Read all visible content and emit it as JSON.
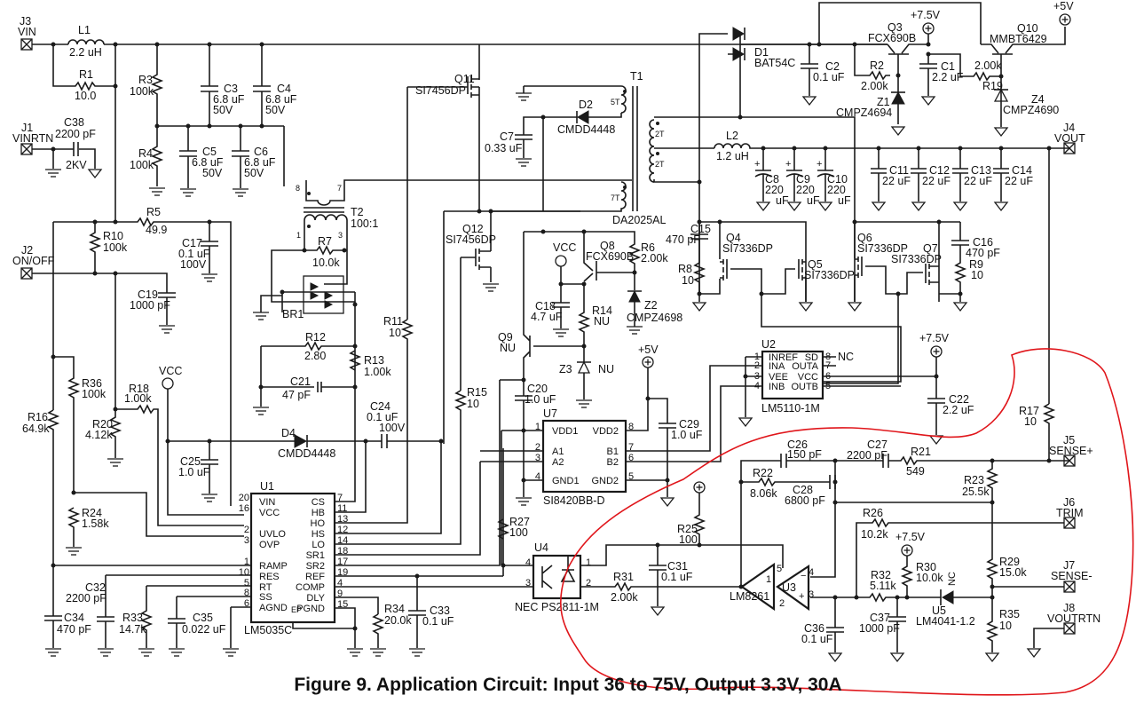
{
  "figure": {
    "caption": "Figure 9. Application Circuit: Input 36 to 75V, Output 3.3V, 30A"
  },
  "connectors": {
    "J3": {
      "ref": "J3",
      "name": "VIN"
    },
    "J1": {
      "ref": "J1",
      "name": "VINRTN"
    },
    "J2": {
      "ref": "J2",
      "name": "ON/OFF"
    },
    "J4": {
      "ref": "J4",
      "name": "VOUT"
    },
    "J5": {
      "ref": "J5",
      "name": "SENSE+"
    },
    "J6": {
      "ref": "J6",
      "name": "TRIM"
    },
    "J7": {
      "ref": "J7",
      "name": "SENSE-"
    },
    "J8": {
      "ref": "J8",
      "name": "VOUTRTN"
    }
  },
  "inductors": {
    "L1": {
      "ref": "L1",
      "value": "2.2 uH"
    },
    "L2": {
      "ref": "L2",
      "value": "1.2 uH"
    }
  },
  "resistors": {
    "R1": {
      "ref": "R1",
      "value": "10.0"
    },
    "R2": {
      "ref": "R2",
      "value": "2.00k"
    },
    "R3": {
      "ref": "R3",
      "value": "100k"
    },
    "R4": {
      "ref": "R4",
      "value": "100k"
    },
    "R5": {
      "ref": "R5",
      "value": "49.9"
    },
    "R6": {
      "ref": "R6",
      "value": "2.00k"
    },
    "R7": {
      "ref": "R7",
      "value": "10.0k"
    },
    "R8": {
      "ref": "R8",
      "value": "10"
    },
    "R9": {
      "ref": "R9",
      "value": "10"
    },
    "R10": {
      "ref": "R10",
      "value": "100k"
    },
    "R11": {
      "ref": "R11",
      "value": "10"
    },
    "R12": {
      "ref": "R12",
      "value": "2.80"
    },
    "R13": {
      "ref": "R13",
      "value": "1.00k"
    },
    "R14": {
      "ref": "R14",
      "value": "NU"
    },
    "R15": {
      "ref": "R15",
      "value": "10"
    },
    "R16": {
      "ref": "R16",
      "value": "64.9k"
    },
    "R17": {
      "ref": "R17",
      "value": "10"
    },
    "R18": {
      "ref": "R18",
      "value": "1.00k"
    },
    "R19": {
      "ref": "R19",
      "value": "2.00k"
    },
    "R20": {
      "ref": "R20",
      "value": "4.12k"
    },
    "R21": {
      "ref": "R21",
      "value": "549"
    },
    "R22": {
      "ref": "R22",
      "value": "8.06k"
    },
    "R23": {
      "ref": "R23",
      "value": "25.5k"
    },
    "R24": {
      "ref": "R24",
      "value": "1.58k"
    },
    "R25": {
      "ref": "R25",
      "value": "100"
    },
    "R26": {
      "ref": "R26",
      "value": "10.2k"
    },
    "R27": {
      "ref": "R27",
      "value": "100"
    },
    "R29": {
      "ref": "R29",
      "value": "15.0k"
    },
    "R30": {
      "ref": "R30",
      "value": "10.0k"
    },
    "R31": {
      "ref": "R31",
      "value": "2.00k"
    },
    "R32": {
      "ref": "R32",
      "value": "5.11k"
    },
    "R33": {
      "ref": "R33",
      "value": "14.7k"
    },
    "R34": {
      "ref": "R34",
      "value": "20.0k"
    },
    "R35": {
      "ref": "R35",
      "value": "10"
    },
    "R36": {
      "ref": "R36",
      "value": "100k"
    }
  },
  "capacitors": {
    "C1": {
      "ref": "C1",
      "value": "2.2 uF"
    },
    "C2": {
      "ref": "C2",
      "value": "0.1 uF"
    },
    "C3": {
      "ref": "C3",
      "value": "6.8 uF",
      "rating": "50V"
    },
    "C4": {
      "ref": "C4",
      "value": "6.8 uF",
      "rating": "50V"
    },
    "C5": {
      "ref": "C5",
      "value": "6.8 uF",
      "rating": "50V"
    },
    "C6": {
      "ref": "C6",
      "value": "6.8 uF",
      "rating": "50V"
    },
    "C7": {
      "ref": "C7",
      "value": "0.33 uF"
    },
    "C8": {
      "ref": "C8",
      "value": "220",
      "unit": "uF"
    },
    "C9": {
      "ref": "C9",
      "value": "220",
      "unit": "uF"
    },
    "C10": {
      "ref": "C10",
      "value": "220",
      "unit": "uF"
    },
    "C11": {
      "ref": "C11",
      "value": "22 uF"
    },
    "C12": {
      "ref": "C12",
      "value": "22 uF"
    },
    "C13": {
      "ref": "C13",
      "value": "22 uF"
    },
    "C14": {
      "ref": "C14",
      "value": "22 uF"
    },
    "C15": {
      "ref": "C15",
      "value": "470 pF"
    },
    "C16": {
      "ref": "C16",
      "value": "470 pF"
    },
    "C17": {
      "ref": "C17",
      "value": "0.1 uF",
      "rating": "100V"
    },
    "C18": {
      "ref": "C18",
      "value": "4.7 uF"
    },
    "C19": {
      "ref": "C19",
      "value": "1000 pF"
    },
    "C20": {
      "ref": "C20",
      "value": "1.0 uF"
    },
    "C21": {
      "ref": "C21",
      "value": "47 pF"
    },
    "C22": {
      "ref": "C22",
      "value": "2.2 uF"
    },
    "C24": {
      "ref": "C24",
      "value": "0.1 uF",
      "rating": "100V"
    },
    "C25": {
      "ref": "C25",
      "value": "1.0 uF"
    },
    "C26": {
      "ref": "C26",
      "value": "150 pF"
    },
    "C27": {
      "ref": "C27",
      "value": "2200 pF"
    },
    "C28": {
      "ref": "C28",
      "value": "6800 pF"
    },
    "C29": {
      "ref": "C29",
      "value": "1.0 uF"
    },
    "C31": {
      "ref": "C31",
      "value": "0.1 uF"
    },
    "C32": {
      "ref": "C32",
      "value": "2200 pF"
    },
    "C33": {
      "ref": "C33",
      "value": "0.1 uF"
    },
    "C34": {
      "ref": "C34",
      "value": "470 pF"
    },
    "C35": {
      "ref": "C35",
      "value": "0.022 uF"
    },
    "C36": {
      "ref": "C36",
      "value": "0.1 uF"
    },
    "C37": {
      "ref": "C37",
      "value": "1000 pF"
    },
    "C38": {
      "ref": "C38",
      "value": "2200 pF",
      "rating": "2KV"
    }
  },
  "diodes": {
    "D1": {
      "ref": "D1",
      "part": "BAT54C"
    },
    "D2": {
      "ref": "D2",
      "part": "CMDD4448"
    },
    "D4": {
      "ref": "D4",
      "part": "CMDD4448"
    },
    "Z1": {
      "ref": "Z1",
      "part": "CMPZ4694"
    },
    "Z2": {
      "ref": "Z2",
      "part": "CMPZ4698"
    },
    "Z3": {
      "ref": "Z3",
      "part": "NU"
    },
    "Z4": {
      "ref": "Z4",
      "part": "CMPZ4690"
    },
    "BR1": {
      "ref": "BR1"
    }
  },
  "transistors": {
    "Q3": {
      "ref": "Q3",
      "part": "FCX690B"
    },
    "Q4": {
      "ref": "Q4",
      "part": "SI7336DP"
    },
    "Q5": {
      "ref": "Q5",
      "part": "SI7336DP"
    },
    "Q6": {
      "ref": "Q6",
      "part": "SI7336DP"
    },
    "Q7": {
      "ref": "Q7",
      "part": "SI7336DP"
    },
    "Q8": {
      "ref": "Q8",
      "part": "FCX690B"
    },
    "Q9": {
      "ref": "Q9",
      "part": "NU"
    },
    "Q10": {
      "ref": "Q10",
      "part": "MMBT6429"
    },
    "Q11": {
      "ref": "Q11",
      "part": "SI7456DP"
    },
    "Q12": {
      "ref": "Q12",
      "part": "SI7456DP"
    }
  },
  "transformers": {
    "T1": {
      "ref": "T1",
      "part": "DA2025AL",
      "windings": [
        "5T",
        "2T",
        "2T",
        "7T"
      ]
    },
    "T2": {
      "ref": "T2",
      "ratio": "100:1",
      "pins": [
        "8",
        "7",
        "1",
        "3"
      ]
    }
  },
  "ics": {
    "U1": {
      "ref": "U1",
      "part": "LM5035C",
      "ep": "EP",
      "left_pins": [
        {
          "num": "20",
          "name": "VIN"
        },
        {
          "num": "16",
          "name": "VCC"
        },
        {
          "num": "2",
          "name": "UVLO"
        },
        {
          "num": "3",
          "name": "OVP"
        },
        {
          "num": "1",
          "name": "RAMP"
        },
        {
          "num": "10",
          "name": "RES"
        },
        {
          "num": "5",
          "name": "RT"
        },
        {
          "num": "8",
          "name": "SS"
        },
        {
          "num": "6",
          "name": "AGND"
        }
      ],
      "right_pins": [
        {
          "num": "7",
          "name": "CS"
        },
        {
          "num": "11",
          "name": "HB"
        },
        {
          "num": "13",
          "name": "HO"
        },
        {
          "num": "12",
          "name": "HS"
        },
        {
          "num": "14",
          "name": "LO"
        },
        {
          "num": "18",
          "name": "SR1"
        },
        {
          "num": "17",
          "name": "SR2"
        },
        {
          "num": "19",
          "name": "REF"
        },
        {
          "num": "4",
          "name": "COMP"
        },
        {
          "num": "9",
          "name": "DLY"
        },
        {
          "num": "15",
          "name": "PGND"
        }
      ]
    },
    "U2": {
      "ref": "U2",
      "part": "LM5110-1M",
      "nc": "NC",
      "left_pins": [
        {
          "num": "1",
          "name": "INREF"
        },
        {
          "num": "2",
          "name": "INA"
        },
        {
          "num": "3",
          "name": "VEE"
        },
        {
          "num": "4",
          "name": "INB"
        }
      ],
      "right_pins": [
        {
          "num": "8",
          "name": "SD"
        },
        {
          "num": "7",
          "name": "OUTA"
        },
        {
          "num": "6",
          "name": "VCC"
        },
        {
          "num": "5",
          "name": "OUTB"
        }
      ]
    },
    "U3": {
      "ref": "U3",
      "part": "LM8261",
      "pins": [
        "1",
        "2",
        "3",
        "4",
        "5"
      ]
    },
    "U4": {
      "ref": "U4",
      "part": "NEC PS2811-1M",
      "pins": [
        "4",
        "3",
        "1",
        "2"
      ]
    },
    "U5": {
      "ref": "U5",
      "part": "LM4041-1.2",
      "nc": "NC"
    },
    "U7": {
      "ref": "U7",
      "part": "SI8420BB-D",
      "left_pins": [
        {
          "num": "1",
          "name": "VDD1"
        },
        {
          "num": "2",
          "name": "A1"
        },
        {
          "num": "3",
          "name": "A2"
        },
        {
          "num": "4",
          "name": "GND1"
        }
      ],
      "right_pins": [
        {
          "num": "8",
          "name": "VDD2"
        },
        {
          "num": "7",
          "name": "B1"
        },
        {
          "num": "6",
          "name": "B2"
        },
        {
          "num": "5",
          "name": "GND2"
        }
      ]
    }
  },
  "rails": {
    "vcc": "VCC",
    "p5v": "+5V",
    "p7v5": "+7.5V"
  },
  "colors": {
    "ink": "#1a1a1a",
    "annotation": "#e0161b",
    "background": "#ffffff"
  }
}
